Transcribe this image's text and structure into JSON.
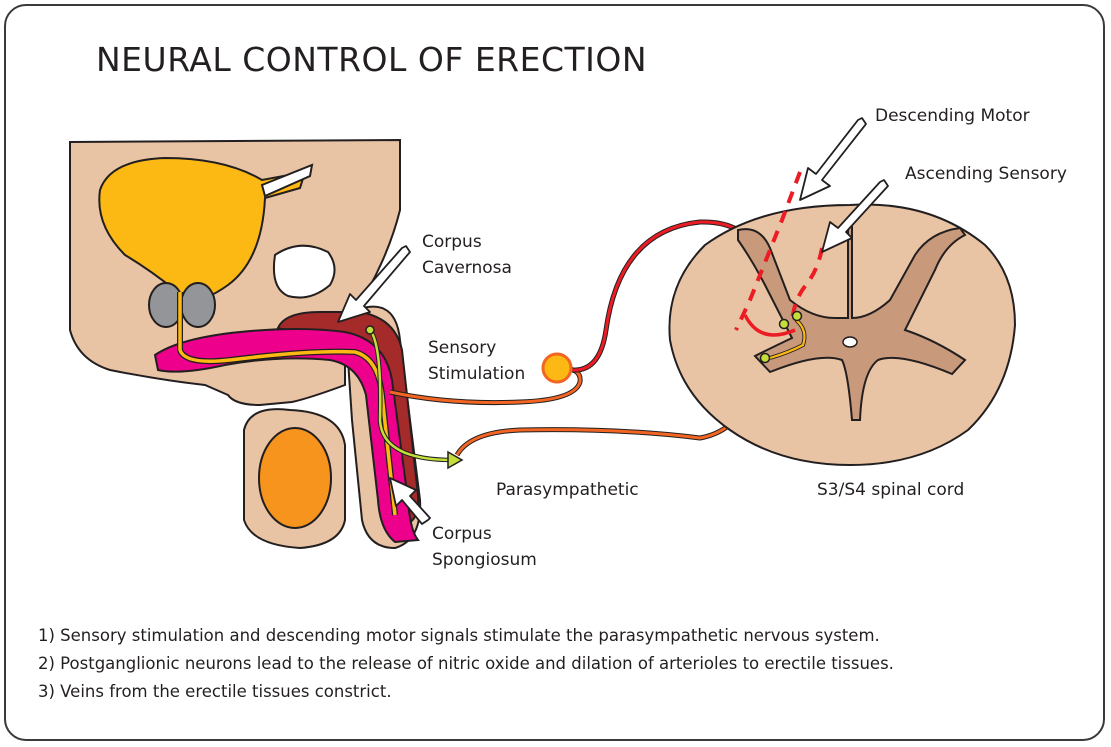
{
  "title": "NEURAL CONTROL OF ERECTION",
  "labels": {
    "descending_motor": "Descending Motor",
    "ascending_sensory": "Ascending Sensory",
    "corpus_cavernosa_1": "Corpus",
    "corpus_cavernosa_2": "Cavernosa",
    "sensory_stimulation_1": "Sensory",
    "sensory_stimulation_2": "Stimulation",
    "parasympathetic": "Parasympathetic",
    "spinal_cord": "S3/S4 spinal cord",
    "corpus_spongiosum_1": "Corpus",
    "corpus_spongiosum_2": "Spongiosum"
  },
  "notes": [
    "1) Sensory stimulation and descending motor signals stimulate the parasympathetic nervous system.",
    "2) Postganglionic neurons lead to the release of nitric oxide and dilation of arterioles to erectile tissues.",
    "3) Veins from the erectile tissues constrict."
  ],
  "colors": {
    "tissue": "#e8c4a4",
    "bladder": "#fcb813",
    "prostate": "#939598",
    "cavernosa": "#a52a2a",
    "spongiosum": "#ec008c",
    "testis": "#f7941d",
    "nerve_motor": "#ed1c24",
    "nerve_sensory": "#f26522",
    "gray_matter": "#c8997a",
    "parasympathetic_fiber": "#c4df3a"
  }
}
